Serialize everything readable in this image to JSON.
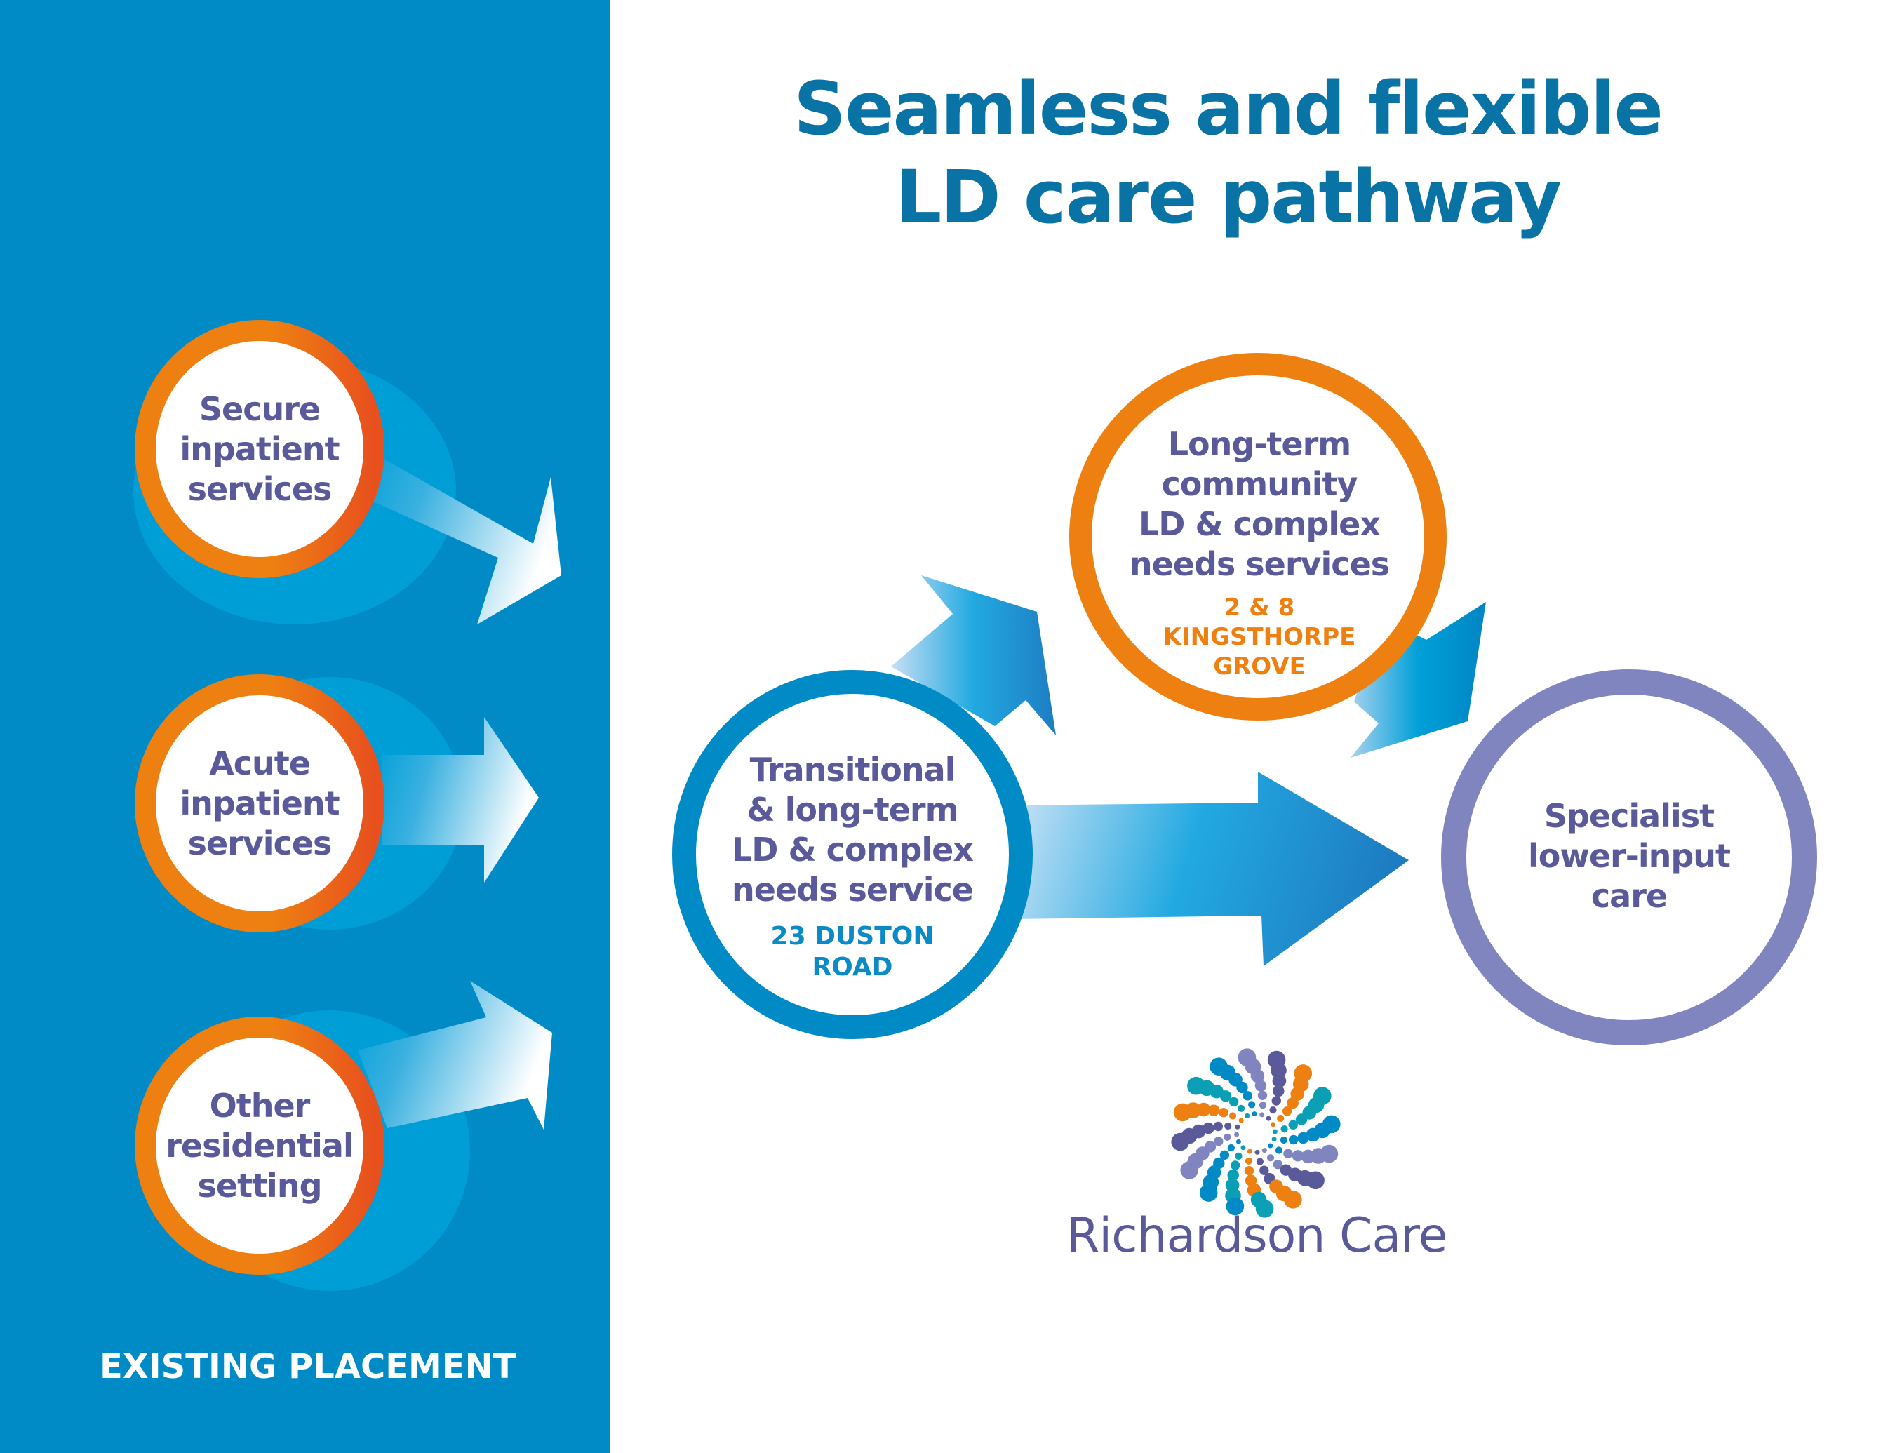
{
  "title": {
    "line1": "Seamless and flexible",
    "line2": "LD care pathway"
  },
  "colors": {
    "panel_blue": "#008ac6",
    "title_blue": "#0a73a6",
    "orange": "#ee8012",
    "orange_red": "#e8501e",
    "blue_ring": "#008ac6",
    "purple_ring": "#8085c0",
    "label_purple": "#5a5a9a",
    "sub_blue": "#0a8ac6",
    "sub_orange": "#ee8012"
  },
  "existing_placement": {
    "label": "EXISTING PLACEMENT",
    "nodes": [
      {
        "lines": [
          "Secure",
          "inpatient",
          "services"
        ]
      },
      {
        "lines": [
          "Acute",
          "inpatient",
          "services"
        ]
      },
      {
        "lines": [
          "Other",
          "residential",
          "setting"
        ]
      }
    ]
  },
  "pathway": {
    "transitional": {
      "lines": [
        "Transitional",
        "& long-term",
        "LD & complex",
        "needs service"
      ],
      "sub_lines": [
        "23 DUSTON",
        "ROAD"
      ]
    },
    "long_term_community": {
      "lines": [
        "Long-term",
        "community",
        "LD & complex",
        "needs services"
      ],
      "sub_lines": [
        "2 & 8",
        "KINGSTHORPE",
        "GROVE"
      ]
    },
    "specialist": {
      "lines": [
        "Specialist",
        "lower-input",
        "care"
      ]
    }
  },
  "logo": {
    "name": "Richardson Care"
  }
}
